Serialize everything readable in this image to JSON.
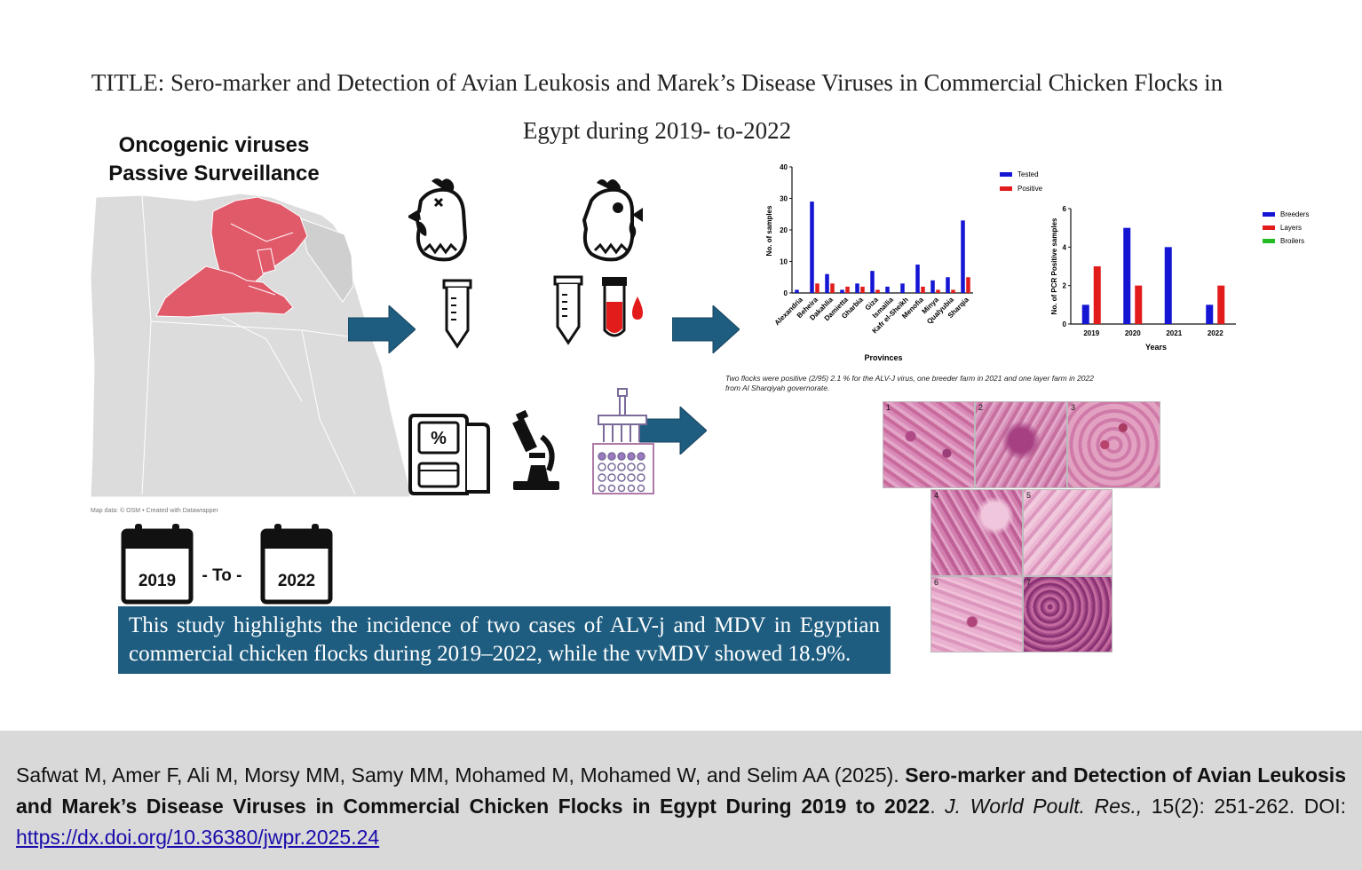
{
  "title": {
    "line1": "TITLE: Sero-marker and Detection of Avian Leukosis and Marek’s Disease Viruses in Commercial Chicken Flocks in",
    "line2": "Egypt during 2019- to-2022"
  },
  "left_panel": {
    "heading_line1": "Oncogenic viruses",
    "heading_line2": "Passive Surveillance",
    "map_credit": "Map data: © OSM • Created with Datawrapper",
    "colors": {
      "map_land": "#dcdcdc",
      "highlight": "#e05a6a",
      "arrow": "#1e5d80"
    }
  },
  "timeline": {
    "start_year": "2019",
    "connector": "- To -",
    "end_year": "2022"
  },
  "summary": "This study highlights the incidence of two cases of ALV-j and MDV in Egyptian commercial chicken flocks during 2019–2022, while the vvMDV showed 18.9%.",
  "chart_caption": "Two flocks were positive (2/95) 2.1 % for the ALV-J virus, one breeder farm in 2021 and one layer farm in 2022 from Al Sharqiyah governorate.",
  "chart_data": [
    {
      "type": "bar",
      "categories": [
        "Alexandria",
        "Beheira",
        "Dakahlia",
        "Damietta",
        "Gharbia",
        "Giza",
        "Ismailia",
        "Kafr el-Sheikh",
        "Menofia",
        "Minya",
        "Qualyubia",
        "Sharqia"
      ],
      "series": [
        {
          "name": "Tested",
          "color": "#1515d4",
          "values": [
            1,
            29,
            6,
            1,
            3,
            7,
            2,
            3,
            9,
            4,
            5,
            23
          ]
        },
        {
          "name": "Positive",
          "color": "#e21b1b",
          "values": [
            0,
            3,
            3,
            2,
            2,
            1,
            0,
            0,
            2,
            1,
            1,
            5
          ]
        }
      ],
      "title": "",
      "xlabel": "Provinces",
      "ylabel": "No. of samples",
      "ylim": [
        0,
        40
      ],
      "yticks": [
        "0",
        "10",
        "20",
        "30",
        "40"
      ],
      "legend": "top-right",
      "grid": false
    },
    {
      "type": "bar",
      "categories": [
        "2019",
        "2020",
        "2021",
        "2022"
      ],
      "series": [
        {
          "name": "Breeders",
          "color": "#1515d4",
          "values": [
            1,
            5,
            4,
            1
          ]
        },
        {
          "name": "Layers",
          "color": "#e21b1b",
          "values": [
            3,
            2,
            0,
            2
          ]
        },
        {
          "name": "Broilers",
          "color": "#22bb22",
          "values": [
            0,
            0,
            0,
            0
          ]
        }
      ],
      "title": "",
      "xlabel": "Years",
      "ylabel": "No. of PCR Positive samples",
      "ylim": [
        0,
        6
      ],
      "yticks": [
        "0",
        "2",
        "4",
        "6"
      ],
      "legend": "top-right",
      "grid": false
    }
  ],
  "histology": {
    "panels": [
      "1",
      "2",
      "3",
      "4",
      "5",
      "6",
      "7"
    ],
    "color": "#c96a9c"
  },
  "citation": {
    "authors": "Safwat M, Amer F, Ali M, Morsy MM, Samy MM, Mohamed M, Mohamed W, and Selim AA (2025). ",
    "title": "Sero-marker and Detection of Avian Leukosis and Marek’s Disease Viruses in Commercial Chicken Flocks in Egypt During 2019 to 2022",
    "sep": ". ",
    "journal": "J. World Poult. Res.,",
    "volume": " 15(2): 251-262. DOI: ",
    "doi": "https://dx.doi.org/10.36380/jwpr.2025.24"
  }
}
